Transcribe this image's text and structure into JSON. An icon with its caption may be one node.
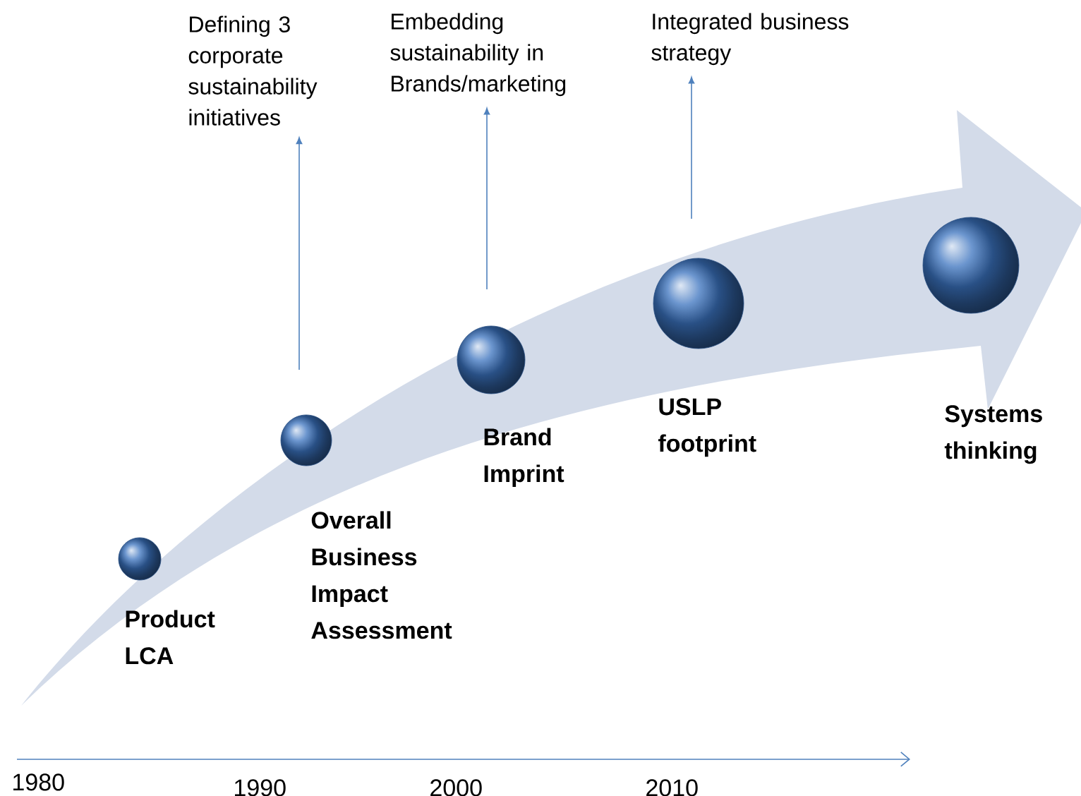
{
  "diagram": {
    "nodes": [
      {
        "text": [],
        "shape": "circle",
        "beside": [
          "Product LCA"
        ]
      },
      {
        "text": [],
        "shape": "circle",
        "beside": [
          "Overall Business Impact Assessment"
        ]
      },
      {
        "text": [],
        "shape": "circle",
        "beside": [
          "Brand Imprint"
        ]
      },
      {
        "text": [],
        "shape": "circle",
        "beside": [
          "USLP footprint"
        ]
      },
      {
        "text": [],
        "shape": "circle",
        "beside": [
          "Systems thinking"
        ]
      },
      {
        "text": [
          "Defining 3 corporate sustainability initiatives"
        ]
      },
      {
        "text": [
          "Embedding sustainability in Brands/marketing"
        ]
      },
      {
        "text": [
          "Integrated business strategy"
        ]
      }
    ],
    "edges": [
      {
        "from": null,
        "to": 5,
        "arrow": "to"
      },
      {
        "from": null,
        "to": 6,
        "arrow": "to"
      },
      {
        "from": null,
        "to": 7,
        "arrow": "to"
      }
    ],
    "labels": [
      "1980",
      "1990",
      "2000",
      "2010"
    ]
  }
}
